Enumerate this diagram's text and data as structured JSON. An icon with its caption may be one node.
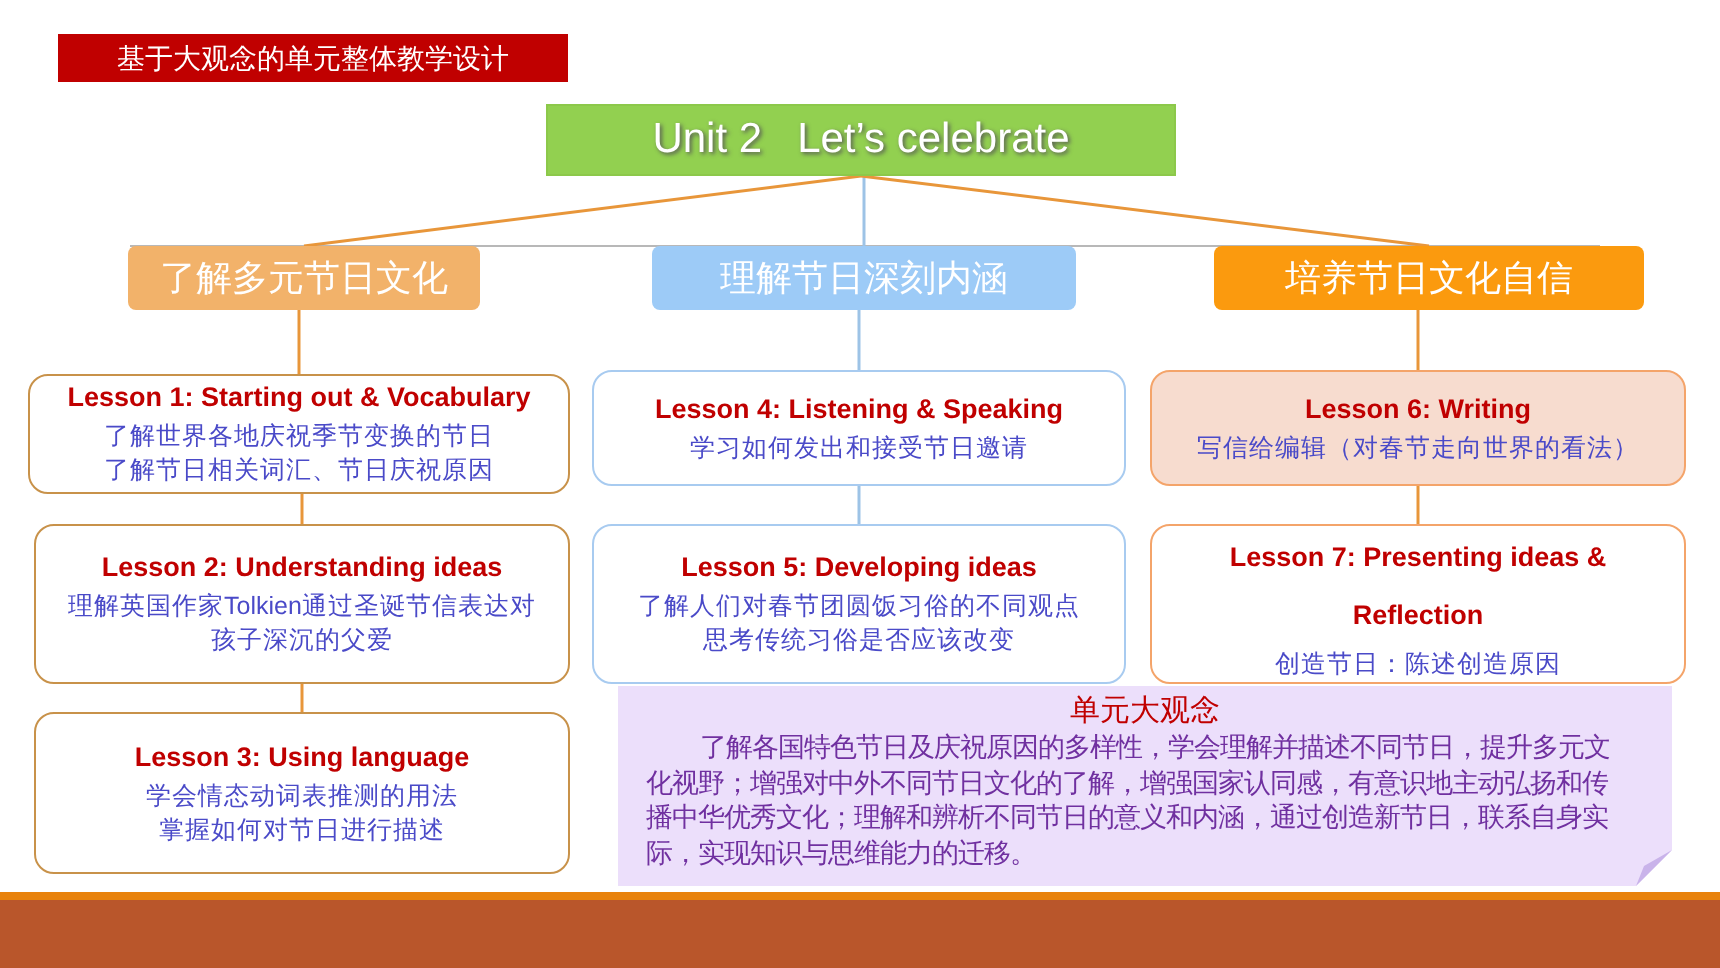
{
  "diagram": {
    "title": "基于大观念的单元整体教学设计",
    "nodes": [
      {
        "text": [
          "Unit 2   Let’s celebrate"
        ]
      },
      {
        "text": [
          "了解多元节日文化"
        ]
      },
      {
        "text": [
          "理解节日深刻内涵"
        ]
      },
      {
        "text": [
          "培养节日文化自信"
        ]
      },
      {
        "text": [
          "Lesson 1: Starting out & Vocabulary",
          "了解世界各地庆祝季节变换的节日",
          "了解节日相关词汇、节日庆祝原因"
        ]
      },
      {
        "text": [
          "Lesson 2: Understanding ideas",
          "理解英国作家Tolkien通过圣诞节信表达对孩子深沉的父爱"
        ]
      },
      {
        "text": [
          "Lesson 3: Using language",
          "学会情态动词表推测的用法",
          "掌握如何对节日进行描述"
        ]
      },
      {
        "text": [
          "Lesson 4: Listening & Speaking",
          "学习如何发出和接受节日邀请"
        ]
      },
      {
        "text": [
          "Lesson 5: Developing ideas",
          "了解人们对春节团圆饭习俗的不同观点",
          "思考传统习俗是否应该改变"
        ]
      },
      {
        "text": [
          "Lesson 6: Writing",
          "写信给编辑（对春节走向世界的看法）"
        ]
      },
      {
        "text": [
          "Lesson 7: Presenting ideas & Reflection",
          "创造节日：陈述创造原因"
        ]
      },
      {
        "text": [
          "单元大观念",
          "了解各国特色节日及庆祝原因的多样性，学会理解并描述不同节日，提升多元文化视野；增强对中外不同节日文化的了解，增强国家认同感，有意识地主动弘扬和传播中华优秀文化；理解和辨析不同节日的意义和内涵，通过创造新节日，联系自身实际，实现知识与思维能力的迁移。"
        ]
      }
    ],
    "edges": [
      {
        "from": 0,
        "to": 1,
        "arrow": "none"
      },
      {
        "from": 0,
        "to": 2,
        "arrow": "none",
        "color": "#9dc3e6"
      },
      {
        "from": 0,
        "to": 3,
        "arrow": "none"
      },
      {
        "from": 1,
        "to": 4,
        "arrow": "none"
      },
      {
        "from": 4,
        "to": 5,
        "arrow": "none"
      },
      {
        "from": 5,
        "to": 6,
        "arrow": "none"
      },
      {
        "from": 2,
        "to": 7,
        "arrow": "none",
        "color": "#9dc3e6"
      },
      {
        "from": 7,
        "to": 8,
        "arrow": "none",
        "color": "#9dc3e6"
      },
      {
        "from": 3,
        "to": 9,
        "arrow": "none"
      },
      {
        "from": 9,
        "to": 10,
        "arrow": "none"
      }
    ]
  }
}
